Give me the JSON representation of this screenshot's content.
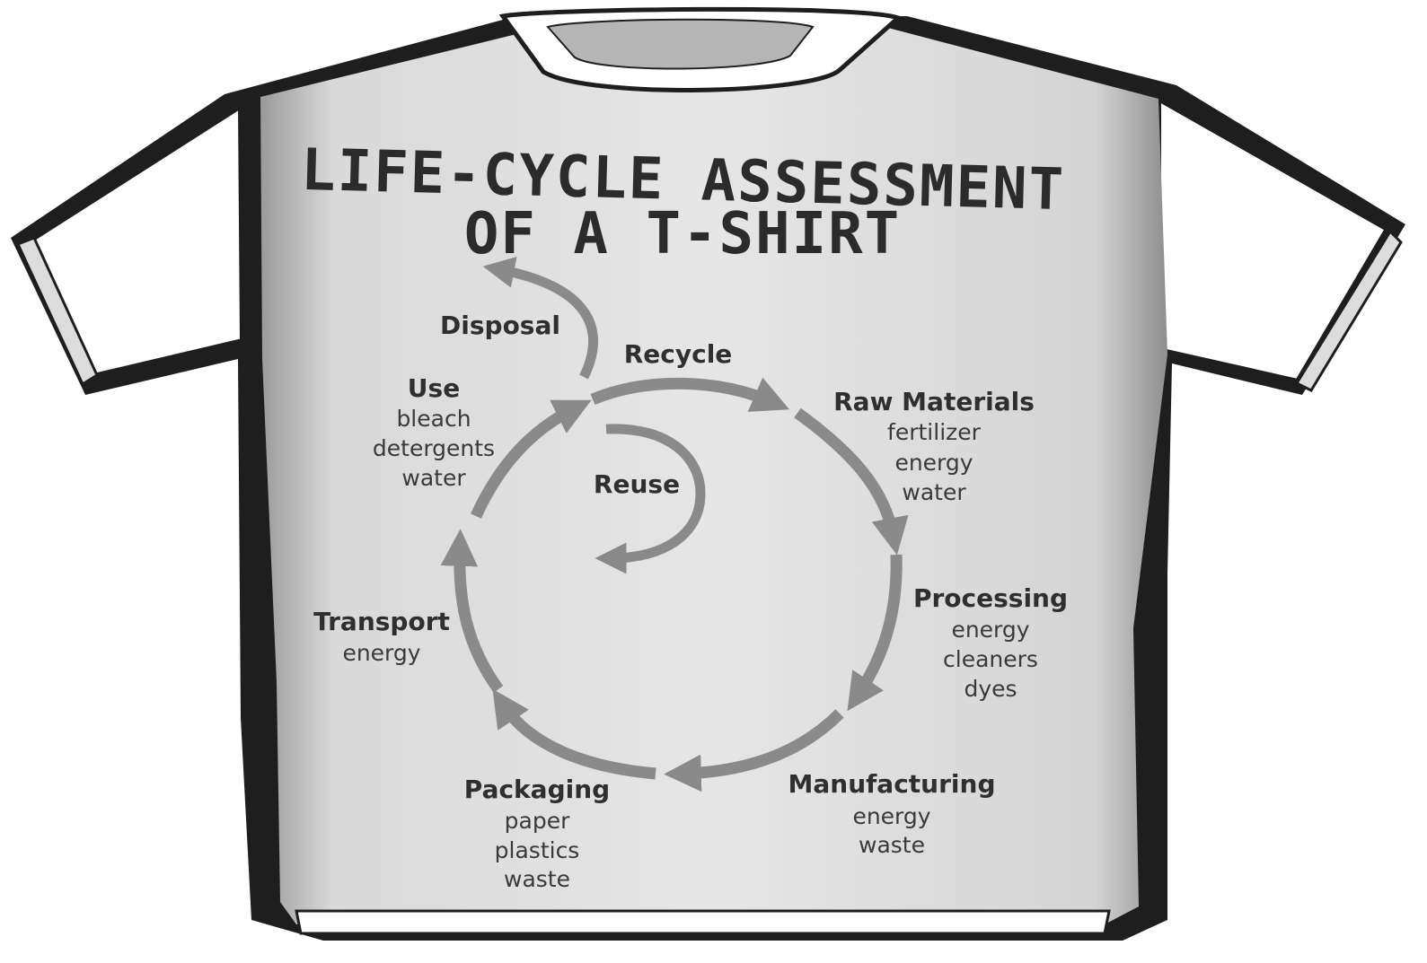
{
  "title": {
    "line1": "LIFE-CYCLE ASSESSMENT",
    "line2": "OF A T-SHIRT"
  },
  "colors": {
    "shirt_body": "#e3e3e3",
    "shirt_shadow": "#1e1e1e",
    "collar": "#ffffff",
    "sleeve": "#ffffff",
    "arrow": "#8a8a8a",
    "text": "#2f2f2f"
  },
  "stages": {
    "raw_materials": {
      "name": "Raw Materials",
      "items": [
        "fertilizer",
        "energy",
        "water"
      ]
    },
    "processing": {
      "name": "Processing",
      "items": [
        "energy",
        "cleaners",
        "dyes"
      ]
    },
    "manufacturing": {
      "name": "Manufacturing",
      "items": [
        "energy",
        "waste"
      ]
    },
    "packaging": {
      "name": "Packaging",
      "items": [
        "paper",
        "plastics",
        "waste"
      ]
    },
    "transport": {
      "name": "Transport",
      "items": [
        "energy"
      ]
    },
    "use": {
      "name": "Use",
      "items": [
        "bleach",
        "detergents",
        "water"
      ]
    },
    "disposal": {
      "name": "Disposal",
      "items": []
    },
    "recycle": {
      "name": "Recycle",
      "items": []
    },
    "reuse": {
      "name": "Reuse",
      "items": []
    }
  }
}
